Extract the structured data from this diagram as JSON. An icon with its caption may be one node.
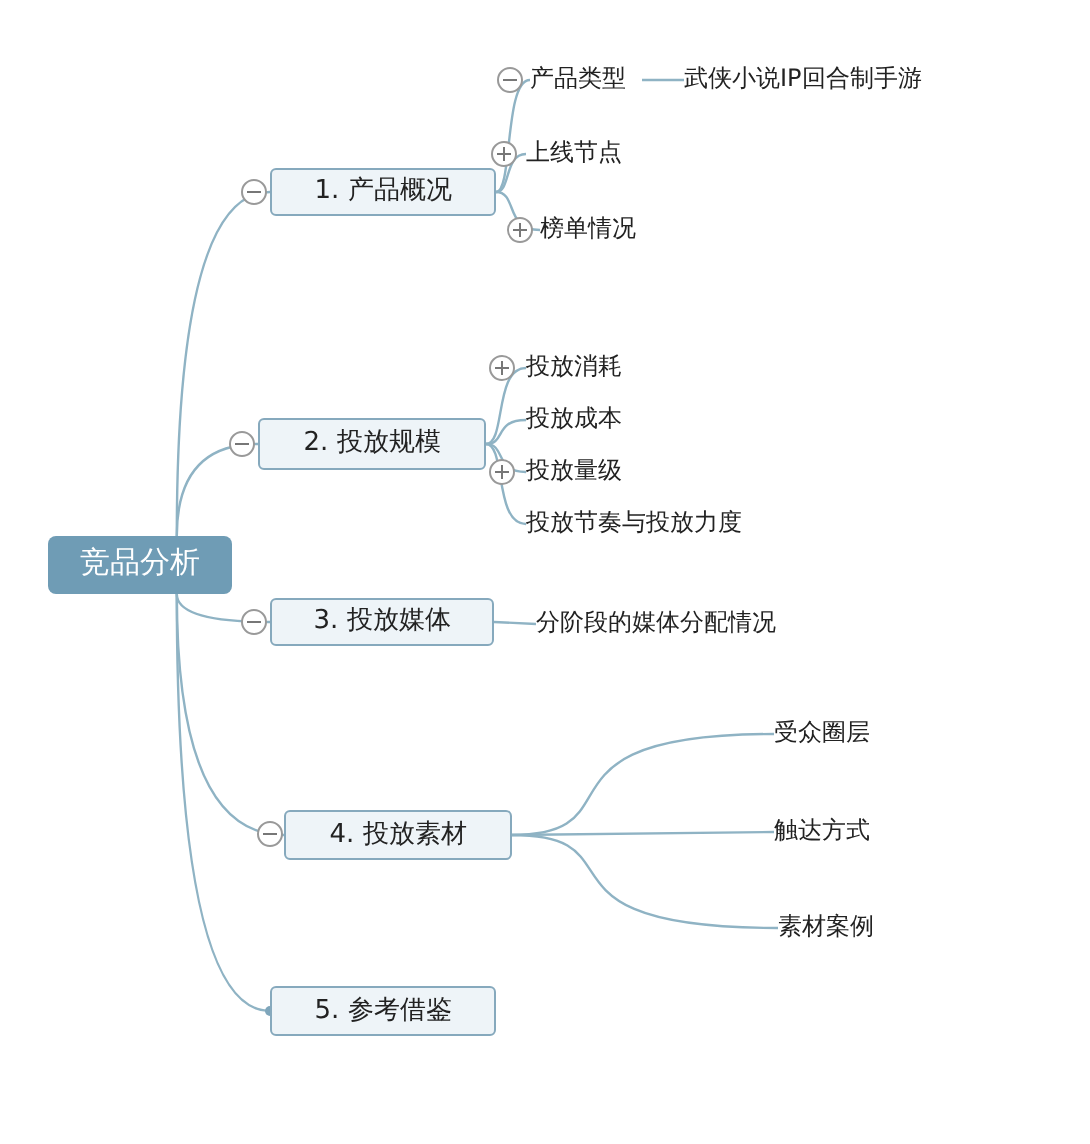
{
  "diagram": {
    "nodes": [
      {
        "text": [
          "竞品分析"
        ]
      },
      {
        "text": [
          "1. 产品概况"
        ]
      },
      {
        "text": [
          "产品类型"
        ]
      },
      {
        "text": [
          "武侠小说IP回合制手游"
        ]
      },
      {
        "text": [
          "上线节点"
        ]
      },
      {
        "text": [
          "榜单情况"
        ]
      },
      {
        "text": [
          "2. 投放规模"
        ]
      },
      {
        "text": [
          "投放消耗"
        ]
      },
      {
        "text": [
          "投放成本"
        ]
      },
      {
        "text": [
          "投放量级"
        ]
      },
      {
        "text": [
          "投放节奏与投放力度"
        ]
      },
      {
        "text": [
          "3. 投放媒体"
        ]
      },
      {
        "text": [
          "分阶段的媒体分配情况"
        ]
      },
      {
        "text": [
          "4. 投放素材"
        ]
      },
      {
        "text": [
          "受众圈层"
        ]
      },
      {
        "text": [
          "触达方式"
        ]
      },
      {
        "text": [
          "素材案例"
        ]
      },
      {
        "text": [
          "5. 参考借鉴"
        ]
      }
    ],
    "edges": [
      {
        "from": 0,
        "to": 1,
        "arrow": "none"
      },
      {
        "from": 0,
        "to": 6,
        "arrow": "none"
      },
      {
        "from": 0,
        "to": 11,
        "arrow": "none"
      },
      {
        "from": 0,
        "to": 13,
        "arrow": "none"
      },
      {
        "from": 0,
        "to": 17,
        "arrow": "other"
      },
      {
        "from": 1,
        "to": 2,
        "arrow": "none"
      },
      {
        "from": 1,
        "to": 4,
        "arrow": "none"
      },
      {
        "from": 1,
        "to": 5,
        "arrow": "none"
      },
      {
        "from": 2,
        "to": 3,
        "arrow": "none"
      },
      {
        "from": 6,
        "to": 7,
        "arrow": "none"
      },
      {
        "from": 6,
        "to": 8,
        "arrow": "none"
      },
      {
        "from": 6,
        "to": 9,
        "arrow": "none"
      },
      {
        "from": 6,
        "to": 10,
        "arrow": "none"
      },
      {
        "from": 11,
        "to": 12,
        "arrow": "none"
      },
      {
        "from": 13,
        "to": 14,
        "arrow": "none"
      },
      {
        "from": 13,
        "to": 15,
        "arrow": "none"
      },
      {
        "from": 13,
        "to": 16,
        "arrow": "none"
      }
    ]
  }
}
